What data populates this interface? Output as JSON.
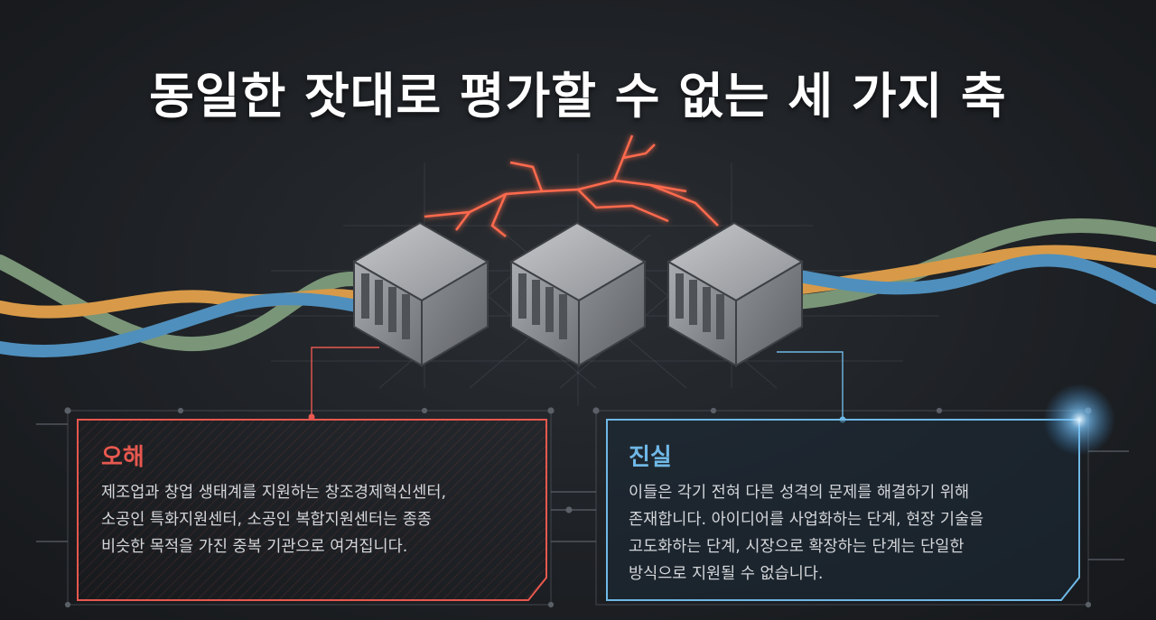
{
  "title": "동일한 잣대로 평가할 수 없는 세 가지 축",
  "panels": {
    "myth": {
      "heading": "오해",
      "lines": [
        "제조업과 창업 생태계를 지원하는 창조경제혁신센터,",
        "소공인 특화지원센터, 소공인 복합지원센터는 종종",
        "비슷한 목적을 가진 중복 기관으로 여겨집니다."
      ]
    },
    "truth": {
      "heading": "진실",
      "lines": [
        "이들은 각기 전혀 다른 성격의 문제를 해결하기 위해",
        "존재합니다. 아이디어를 사업화하는 단계, 현장 기술을",
        "고도화하는 단계, 시장으로 확장하는 단계는 단일한",
        "방식으로 지원될 수 없습니다."
      ]
    }
  },
  "colors": {
    "myth_accent": "#e8584f",
    "truth_accent": "#6fb8e6",
    "ribbon_green": "#7f9c7c",
    "ribbon_orange": "#d89a48",
    "ribbon_blue": "#4f8fbd",
    "crack": "#ff6a4d"
  },
  "icons": [
    "server-block-icon",
    "crack-icon",
    "ribbon-icon"
  ]
}
